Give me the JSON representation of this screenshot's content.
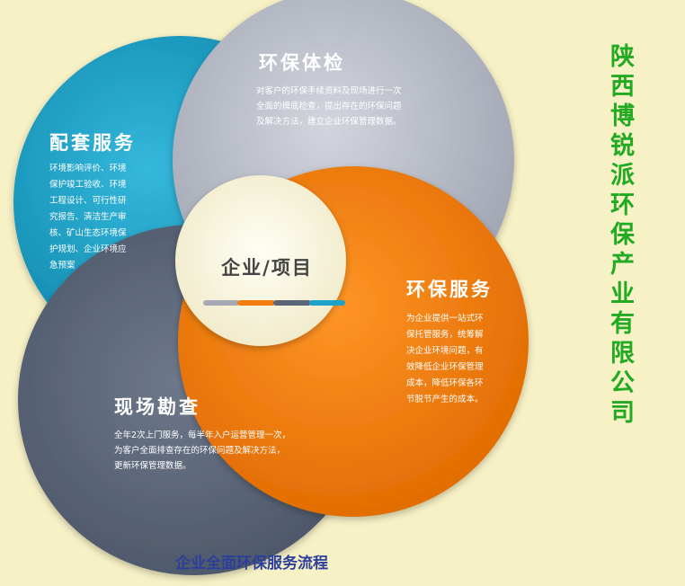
{
  "company_name": "陕西博锐派环保产业有限公司",
  "caption": "企业全面环保服务流程",
  "center": {
    "label": "企业/项目"
  },
  "segments": {
    "tijian": {
      "title": "环保体检",
      "lines": [
        "对客户的环保手续资料及现场进行一次",
        "全面的摸底检查，提出存在的环保问题",
        "及解决方法，建立企业环保管理数据。"
      ]
    },
    "peitao": {
      "title": "配套服务",
      "lines": [
        "环境影响评价、环境",
        "保护竣工验收、环境",
        "工程设计、可行性研",
        "究报告、清洁生产审",
        "核、矿山生态环境保",
        "护规划、企业环境应",
        "急预案"
      ]
    },
    "huanbao": {
      "title": "环保服务",
      "lines": [
        "为企业提供一站式环",
        "保托管服务，统筹解",
        "决企业环境问题，有",
        "效降低企业环保管理",
        "成本，降低环保各环",
        "节脱节产生的成本。"
      ]
    },
    "kancha": {
      "title": "现场勘查",
      "lines": [
        "全年2次上门服务，每半年入户运营管理一次，",
        "为客户全面排查存在的环保问题及解决方法，",
        "更新环保管理数据。"
      ]
    }
  },
  "colors": {
    "background": "#f7f1c6",
    "gray_ring": "#b8bcc7",
    "blue_ring": "#1ea3c8",
    "dark_ring": "#5a6577",
    "orange_ring": "#f37d10",
    "company_text": "#22aa22",
    "caption_text": "#2b3f9a"
  },
  "center_bar_colors": [
    "#a7a9b2",
    "#f37d10",
    "#5a6577",
    "#1ea3c8"
  ]
}
